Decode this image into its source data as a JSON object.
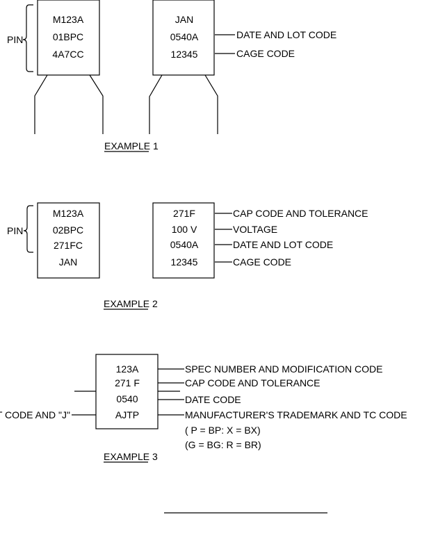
{
  "example1": {
    "pin_label": "PIN",
    "left_box": [
      "M123A",
      "01BPC",
      "4A7CC"
    ],
    "right_box": [
      "JAN",
      "0540A",
      "12345"
    ],
    "callouts": [
      "DATE AND LOT CODE",
      "CAGE CODE"
    ],
    "caption": "EXAMPLE  1"
  },
  "example2": {
    "pin_label": "PIN",
    "left_box": [
      "M123A",
      "02BPC",
      "271FC",
      "JAN"
    ],
    "right_box": [
      "271F",
      "100  V",
      "0540A",
      "12345"
    ],
    "callouts": [
      "CAP CODE AND TOLERANCE",
      "VOLTAGE",
      "DATE AND LOT CODE",
      "CAGE CODE"
    ],
    "caption": "EXAMPLE  2"
  },
  "example3": {
    "box": [
      "123A",
      "271 F",
      "0540",
      "AJTP"
    ],
    "left_callout": "LOT CODE AND \"J\"",
    "callouts": [
      "SPEC NUMBER AND MODIFICATION CODE",
      "CAP CODE AND TOLERANCE",
      "DATE CODE",
      "MANUFACTURER'S TRADEMARK AND TC CODE"
    ],
    "notes": [
      "( P = BP:  X  = BX)",
      "(G = BG:  R  = BR)"
    ],
    "caption": "EXAMPLE  3"
  }
}
